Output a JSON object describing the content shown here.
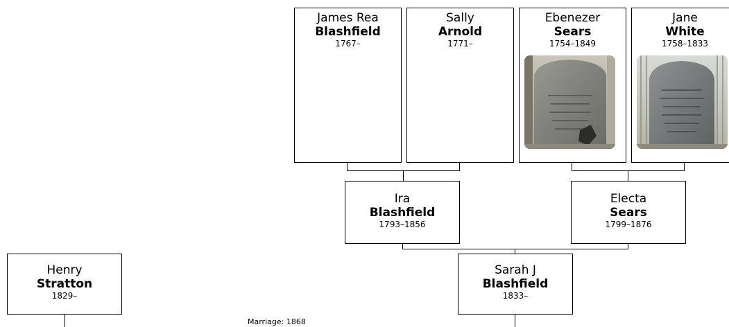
{
  "people": {
    "james": {
      "given": "James Rea",
      "surname": "Blashfield",
      "dates": "1767–"
    },
    "sally": {
      "given": "Sally",
      "surname": "Arnold",
      "dates": "1771–"
    },
    "ebenezer": {
      "given": "Ebenezer",
      "surname": "Sears",
      "dates": "1754–1849",
      "photo": "gravestone"
    },
    "jane": {
      "given": "Jane",
      "surname": "White",
      "dates": "1758–1833",
      "photo": "gravestone"
    },
    "ira": {
      "given": "Ira",
      "surname": "Blashfield",
      "dates": "1793–1856"
    },
    "electa": {
      "given": "Electa",
      "surname": "Sears",
      "dates": "1799–1876"
    },
    "henry": {
      "given": "Henry",
      "surname": "Stratton",
      "dates": "1829–"
    },
    "sarah": {
      "given": "Sarah J",
      "surname": "Blashfield",
      "dates": "1833–"
    }
  },
  "marriage_label": "Marriage: 1868",
  "colors": {
    "border": "#000000",
    "background": "#ffffff"
  }
}
